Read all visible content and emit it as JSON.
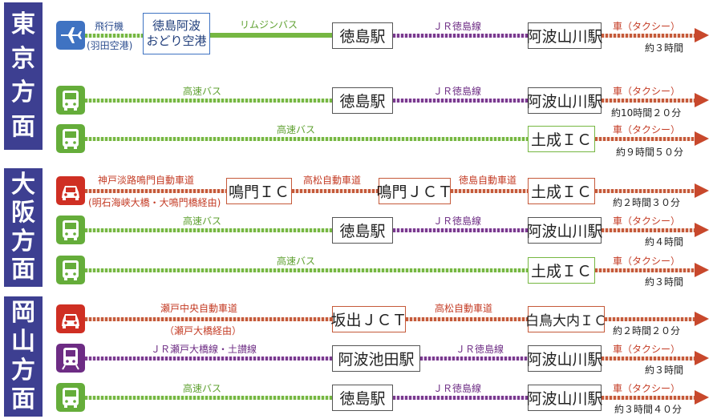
{
  "regions": {
    "tokyo": [
      "東",
      "京",
      "方",
      "面"
    ],
    "osaka": [
      "大",
      "阪",
      "方",
      "面"
    ],
    "okayama": [
      "岡",
      "山",
      "方",
      "面"
    ]
  },
  "icons": {
    "plane": "airplane-icon",
    "bus": "bus-icon",
    "car": "car-icon",
    "train": "train-icon"
  },
  "colors": {
    "region_bg": "#3d3f91",
    "bus_line": "#76b742",
    "jr_line": "#7a3a8e",
    "taxi_line": "#c8482c",
    "car_icon": "#cf2f23",
    "plane_icon": "#3f73c2",
    "train_icon": "#6d2c84"
  },
  "rows": [
    {
      "seg1_top": "飛行機",
      "seg1_bottom": "(羽田空港)",
      "airport_line1": "徳島阿波",
      "airport_line2": "おどり空港",
      "seg2": "リムジンバス",
      "station1": "徳島駅",
      "seg3": "ＪＲ徳島線",
      "station2": "阿波山川駅",
      "taxi": "車（タクシー）",
      "time": "約３時間"
    },
    {
      "seg1": "高速バス",
      "station1": "徳島駅",
      "seg2": "ＪＲ徳島線",
      "station2": "阿波山川駅",
      "taxi": "車（タクシー）",
      "time": "約10時間２０分"
    },
    {
      "seg1": "高速バス",
      "station1": "土成ＩＣ",
      "taxi": "車（タクシー）",
      "time": "約９時間５０分"
    },
    {
      "seg1_top": "神戸淡路鳴門自動車道",
      "seg1_bottom": "(明石海峡大橋・大鳴門橋経由)",
      "station1": "鳴門ＩＣ",
      "seg2": "高松自動車道",
      "station2": "鳴門ＪＣＴ",
      "seg3": "徳島自動車道",
      "station3": "土成ＩＣ",
      "time": "約２時間３０分"
    },
    {
      "seg1": "高速バス",
      "station1": "徳島駅",
      "seg2": "ＪＲ徳島線",
      "station2": "阿波山川駅",
      "taxi": "車（タクシー）",
      "time": "約４時間"
    },
    {
      "seg1": "高速バス",
      "station1": "土成ＩＣ",
      "taxi": "車（タクシー）",
      "time": "約３時間"
    },
    {
      "seg1_top": "瀬戸中央自動車道",
      "seg1_bottom": "（瀬戸大橋経由）",
      "station1": "坂出ＪＣＴ",
      "seg2": "高松自動車道",
      "station2": "白鳥大内ＩＣ",
      "time": "約２時間２０分"
    },
    {
      "seg1": "ＪＲ瀬戸大橋線・土讃線",
      "station1": "阿波池田駅",
      "seg2": "ＪＲ徳島線",
      "station2": "阿波山川駅",
      "taxi": "車（タクシー）",
      "time": "約３時間"
    },
    {
      "seg1": "高速バス",
      "station1": "徳島駅",
      "seg2": "ＪＲ徳島線",
      "station2": "阿波山川駅",
      "taxi": "車（タクシー）",
      "time": "約３時間４０分"
    }
  ]
}
